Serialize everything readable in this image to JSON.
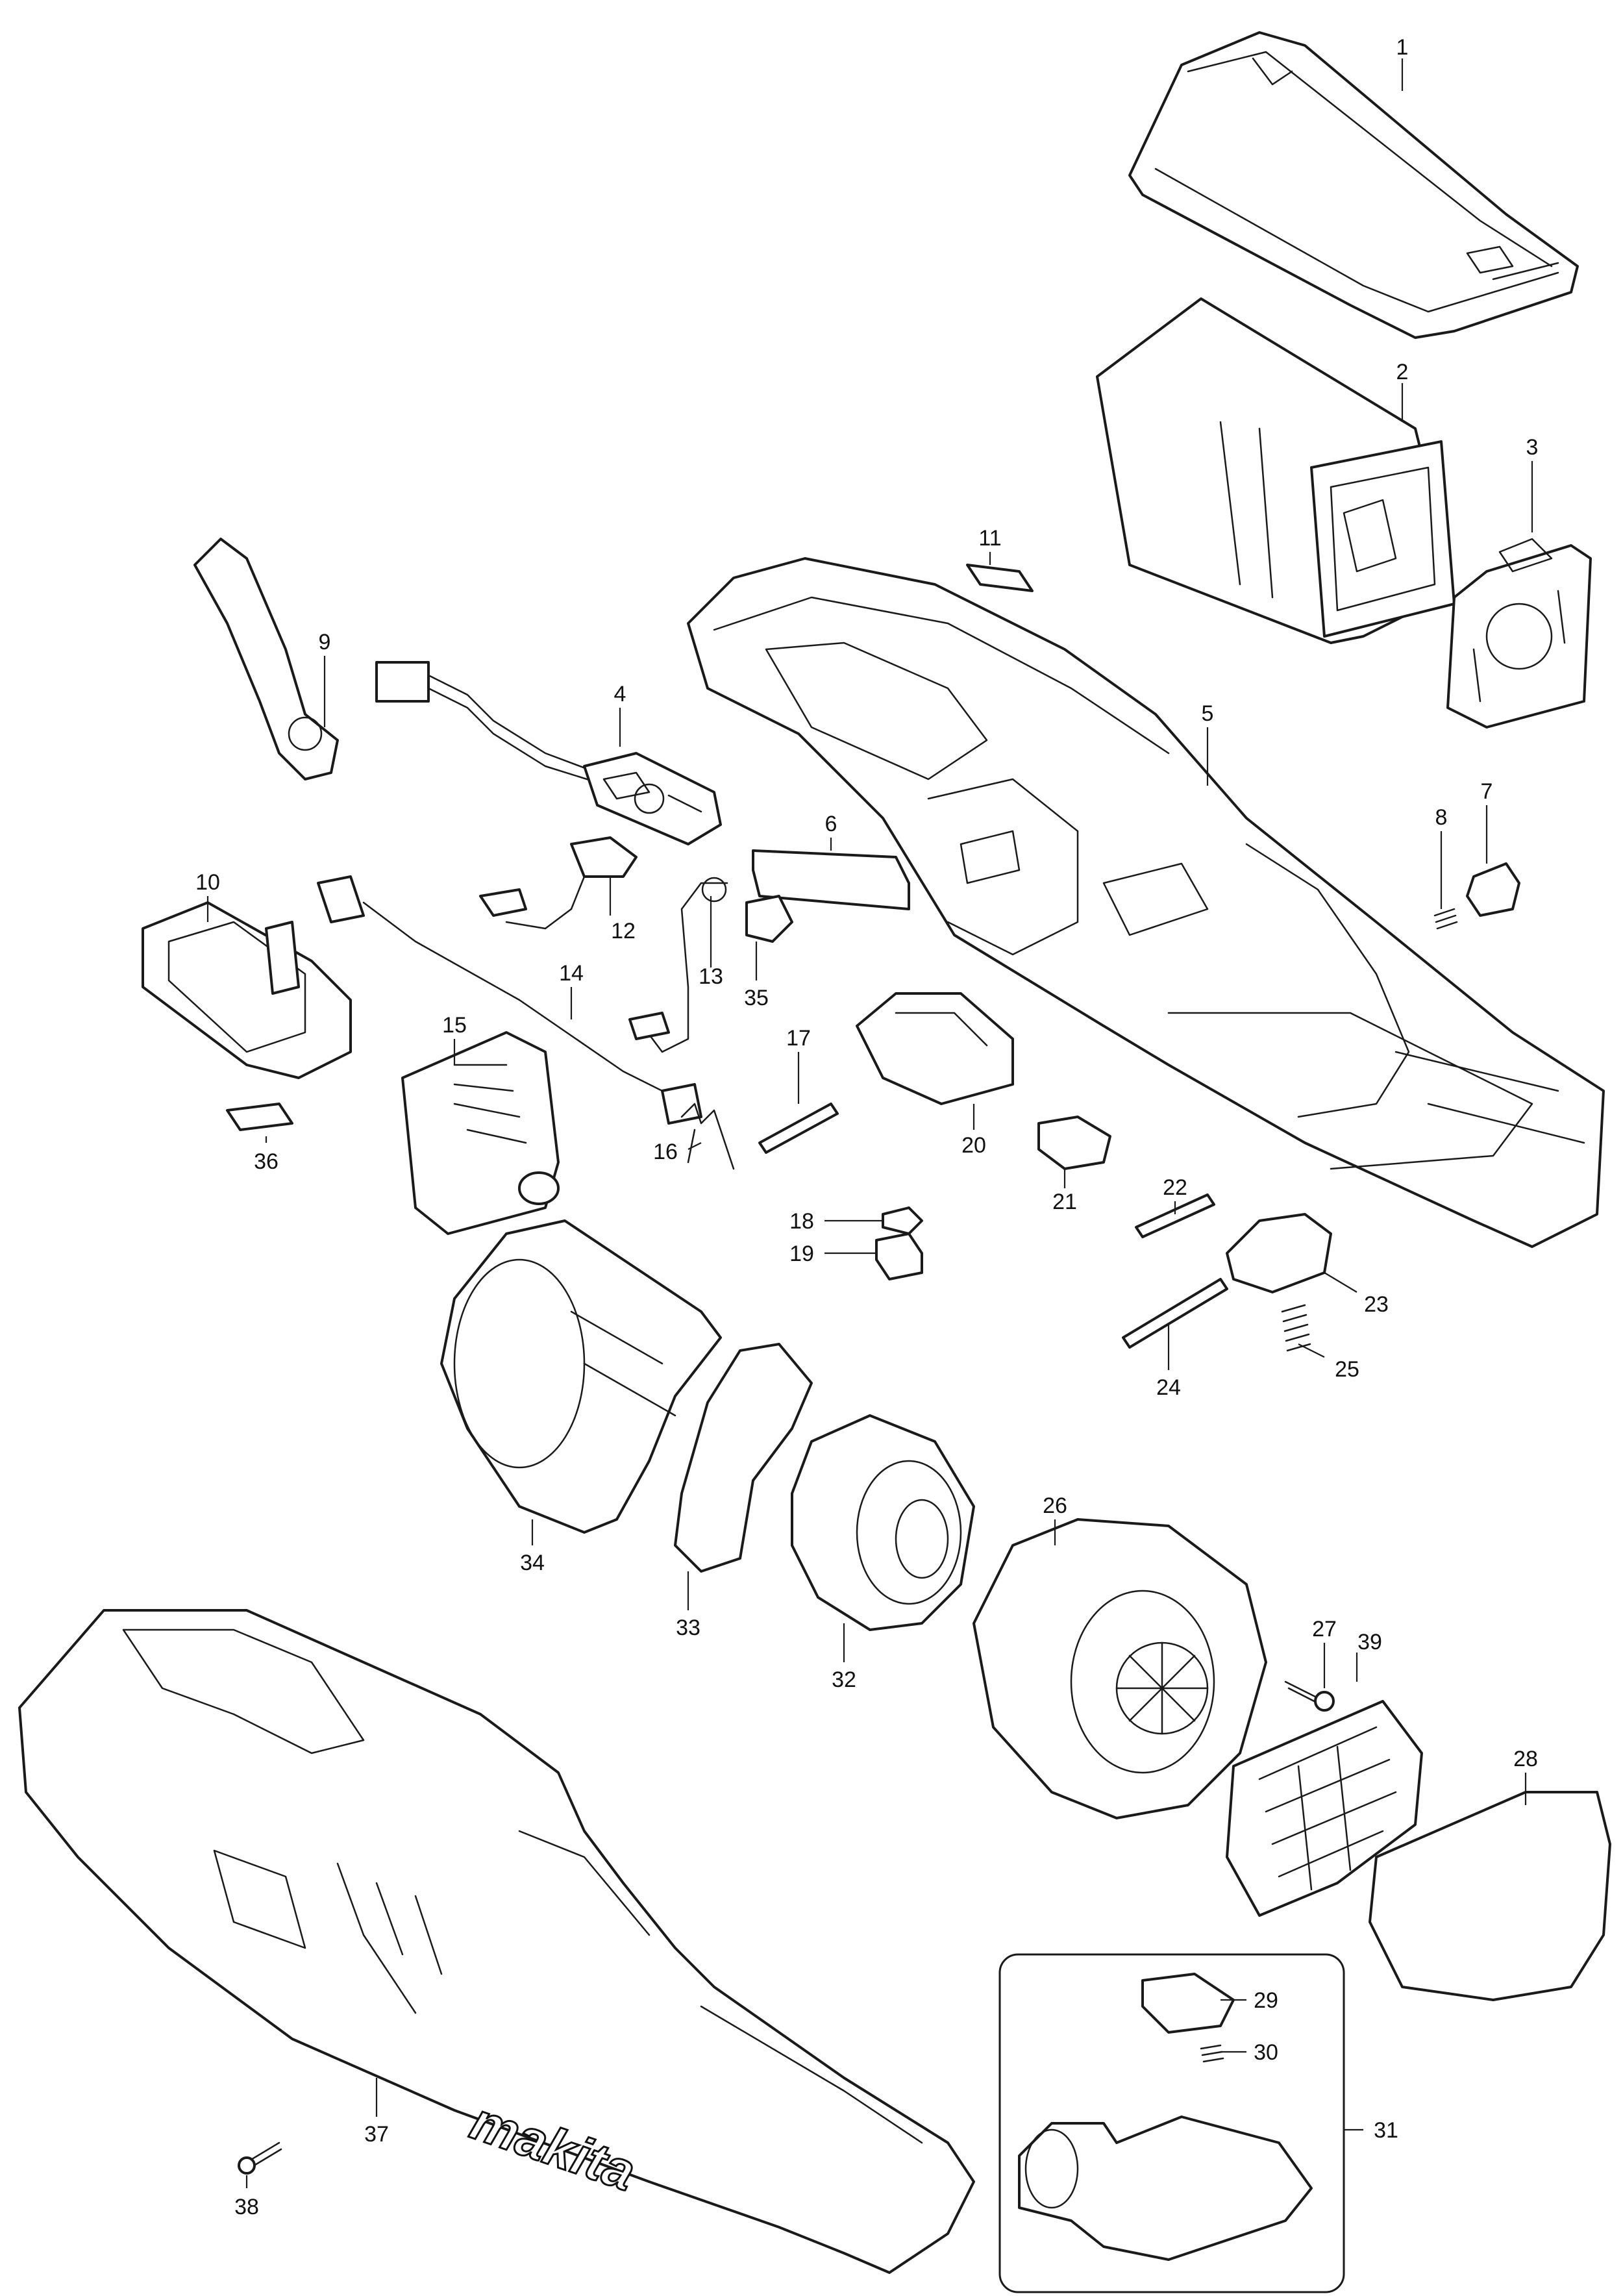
{
  "brand_mark": "makita",
  "callouts": [
    {
      "id": "c1",
      "label": "1"
    },
    {
      "id": "c2",
      "label": "2"
    },
    {
      "id": "c3",
      "label": "3"
    },
    {
      "id": "c4",
      "label": "4"
    },
    {
      "id": "c5",
      "label": "5"
    },
    {
      "id": "c6",
      "label": "6"
    },
    {
      "id": "c7",
      "label": "7"
    },
    {
      "id": "c8",
      "label": "8"
    },
    {
      "id": "c9",
      "label": "9"
    },
    {
      "id": "c10",
      "label": "10"
    },
    {
      "id": "c11",
      "label": "11"
    },
    {
      "id": "c12",
      "label": "12"
    },
    {
      "id": "c13",
      "label": "13"
    },
    {
      "id": "c14",
      "label": "14"
    },
    {
      "id": "c15",
      "label": "15"
    },
    {
      "id": "c16",
      "label": "16"
    },
    {
      "id": "c17",
      "label": "17"
    },
    {
      "id": "c18",
      "label": "18"
    },
    {
      "id": "c19",
      "label": "19"
    },
    {
      "id": "c20",
      "label": "20"
    },
    {
      "id": "c21",
      "label": "21"
    },
    {
      "id": "c22",
      "label": "22"
    },
    {
      "id": "c23",
      "label": "23"
    },
    {
      "id": "c24",
      "label": "24"
    },
    {
      "id": "c25",
      "label": "25"
    },
    {
      "id": "c26",
      "label": "26"
    },
    {
      "id": "c27",
      "label": "27"
    },
    {
      "id": "c28",
      "label": "28"
    },
    {
      "id": "c29",
      "label": "29"
    },
    {
      "id": "c30",
      "label": "30"
    },
    {
      "id": "c31",
      "label": "31"
    },
    {
      "id": "c32",
      "label": "32"
    },
    {
      "id": "c33",
      "label": "33"
    },
    {
      "id": "c34",
      "label": "34"
    },
    {
      "id": "c35",
      "label": "35"
    },
    {
      "id": "c36",
      "label": "36"
    },
    {
      "id": "c37",
      "label": "37"
    },
    {
      "id": "c38",
      "label": "38"
    },
    {
      "id": "c39",
      "label": "39"
    }
  ]
}
